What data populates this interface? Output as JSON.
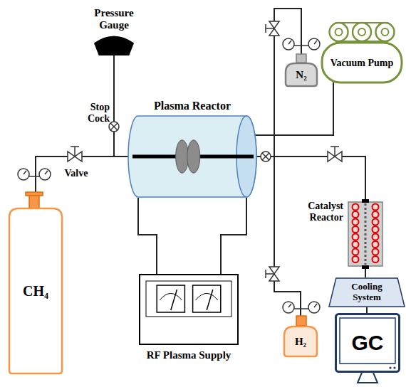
{
  "diagram": {
    "nodes": [
      {
        "text": [
          "Pressure Gauge"
        ]
      },
      {
        "text": [
          "Plasma Reactor"
        ]
      },
      {
        "text": [
          "N₂"
        ]
      },
      {
        "text": [
          "Vacuum Pump"
        ]
      },
      {
        "text": [
          "CH₄"
        ]
      },
      {
        "text": [
          "Catalyst Reactor"
        ]
      },
      {
        "text": [
          "H₂"
        ]
      },
      {
        "text": [
          "Cooling System"
        ]
      },
      {
        "text": [
          "RF Plasma Supply"
        ]
      },
      {
        "text": [
          "GC"
        ]
      }
    ],
    "edges": [
      {
        "from": 4,
        "to": 1,
        "arrow": "none"
      },
      {
        "from": 0,
        "to": 1,
        "arrow": "none"
      },
      {
        "from": 1,
        "to": 3,
        "arrow": "none"
      },
      {
        "from": 2,
        "to": 1,
        "arrow": "none"
      },
      {
        "from": 6,
        "to": 1,
        "arrow": "none"
      },
      {
        "from": 1,
        "to": 5,
        "arrow": "none"
      },
      {
        "from": 5,
        "to": 7,
        "arrow": "none"
      },
      {
        "from": 7,
        "to": 9,
        "arrow": "none"
      },
      {
        "from": 8,
        "to": 1,
        "arrow": "none"
      },
      {
        "from": 8,
        "to": 1,
        "arrow": "none"
      }
    ],
    "labels": [
      "Stop Cock",
      "Valve"
    ]
  }
}
